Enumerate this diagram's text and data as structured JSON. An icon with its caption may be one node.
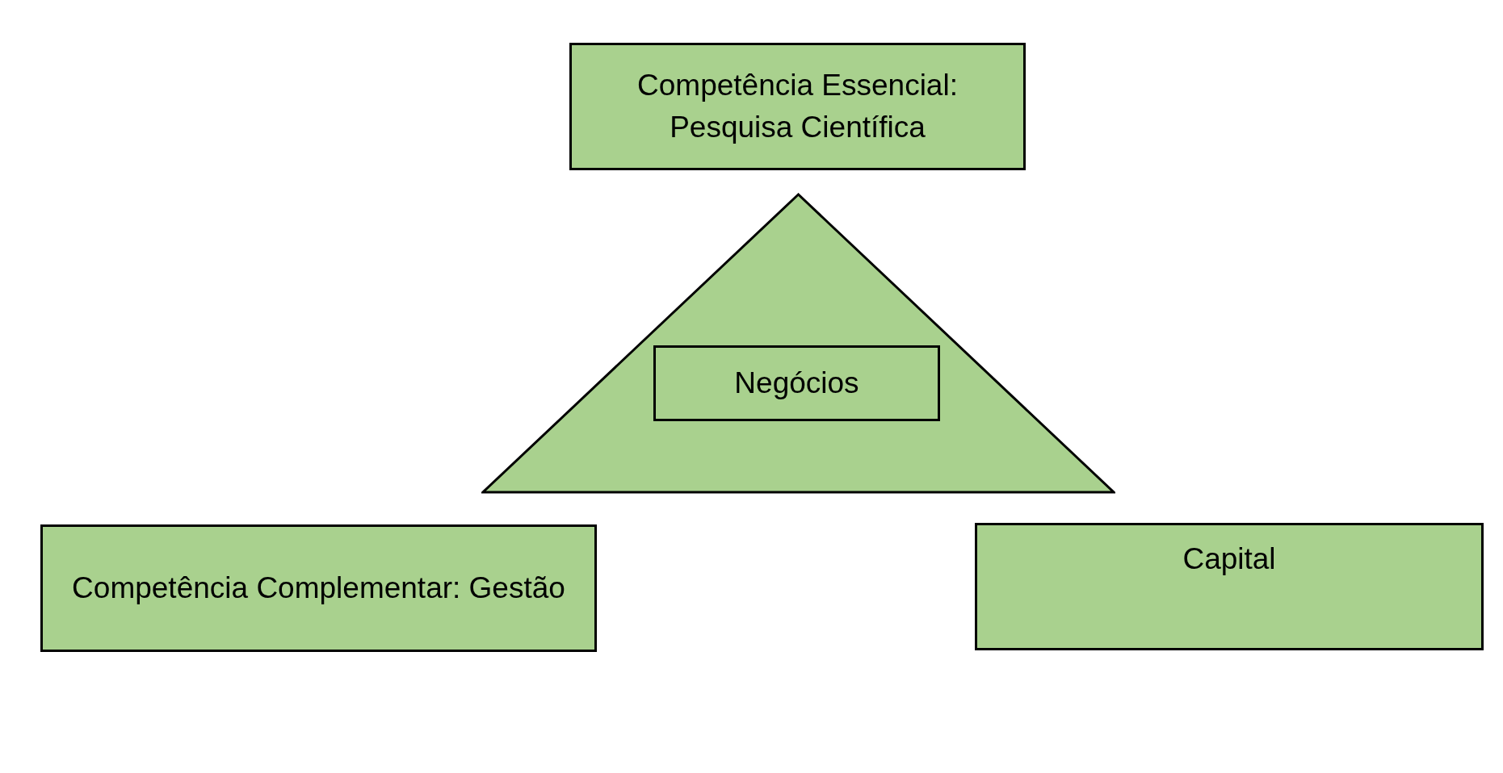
{
  "diagram": {
    "nodes": [
      {
        "text": [
          "Competência Essencial: Pesquisa Científica"
        ]
      },
      {
        "text": [],
        "shape": "triangle"
      },
      {
        "text": [
          "Negócios"
        ],
        "in": 1
      },
      {
        "text": [
          "Competência Complementar: Gestão"
        ]
      },
      {
        "text": [
          "Capital"
        ]
      }
    ]
  }
}
